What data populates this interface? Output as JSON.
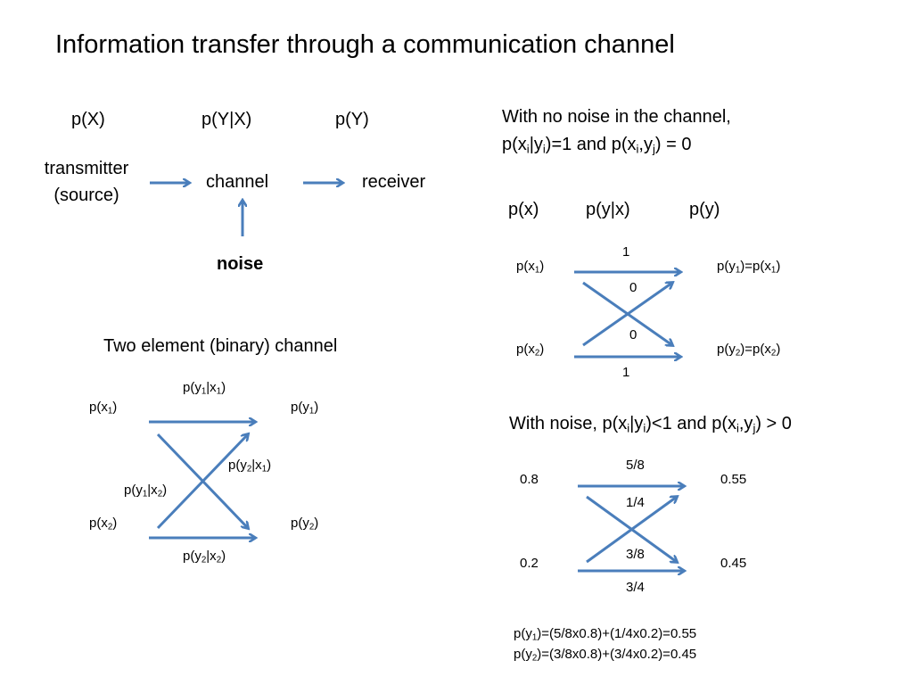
{
  "title": "Information transfer through a communication channel",
  "top_diagram": {
    "px": "p(X)",
    "pyx": "p(Y|X)",
    "py": "p(Y)",
    "transmitter": "transmitter",
    "source": "(source)",
    "channel": "channel",
    "receiver": "receiver",
    "noise": "noise"
  },
  "binary": {
    "heading": "Two element (binary) channel",
    "p_x": "p(x",
    "p_y": "p(y",
    "close": ")",
    "bar": "|x",
    "sub1": "1",
    "sub2": "2"
  },
  "no_noise": {
    "line1": "With no noise in the channel,",
    "l2_a": "p(x",
    "l2_i1": "i",
    "l2_b": "|y",
    "l2_i2": "i",
    "l2_c": ")=1 and p(x",
    "l2_i3": "i",
    "l2_d": ",y",
    "l2_j": "j",
    "l2_e": ") = 0",
    "hdr_px": "p(x)",
    "hdr_pyx": "p(y|x)",
    "hdr_py": "p(y)",
    "p_x": "p(x",
    "p_y": "p(y",
    "eq_px": ")=p(x",
    "close": ")",
    "sub1": "1",
    "sub2": "2",
    "w_top": "1",
    "w_cross1": "0",
    "w_cross2": "0",
    "w_bottom": "1"
  },
  "noisy": {
    "h_a": "With noise, p(x",
    "h_i1": "i",
    "h_b": "|y",
    "h_i2": "i",
    "h_c": ")<1 and p(x",
    "h_i3": "i",
    "h_d": ",y",
    "h_j": "j",
    "h_e": ") > 0",
    "in1": "0.8",
    "in2": "0.2",
    "out1": "0.55",
    "out2": "0.45",
    "w_top": "5/8",
    "w_cross1": "1/4",
    "w_cross2": "3/8",
    "w_bottom": "3/4",
    "eq1_a": "p(y",
    "eq1_sub": "1",
    "eq1_b": ")=(5/8x0.8)+(1/4x0.2)=0.55",
    "eq2_a": "p(y",
    "eq2_sub": "2",
    "eq2_b": ")=(3/8x0.8)+(3/4x0.2)=0.45"
  },
  "colors": {
    "arrow": "#4a7ebb",
    "text": "#000000",
    "background": "#ffffff"
  }
}
